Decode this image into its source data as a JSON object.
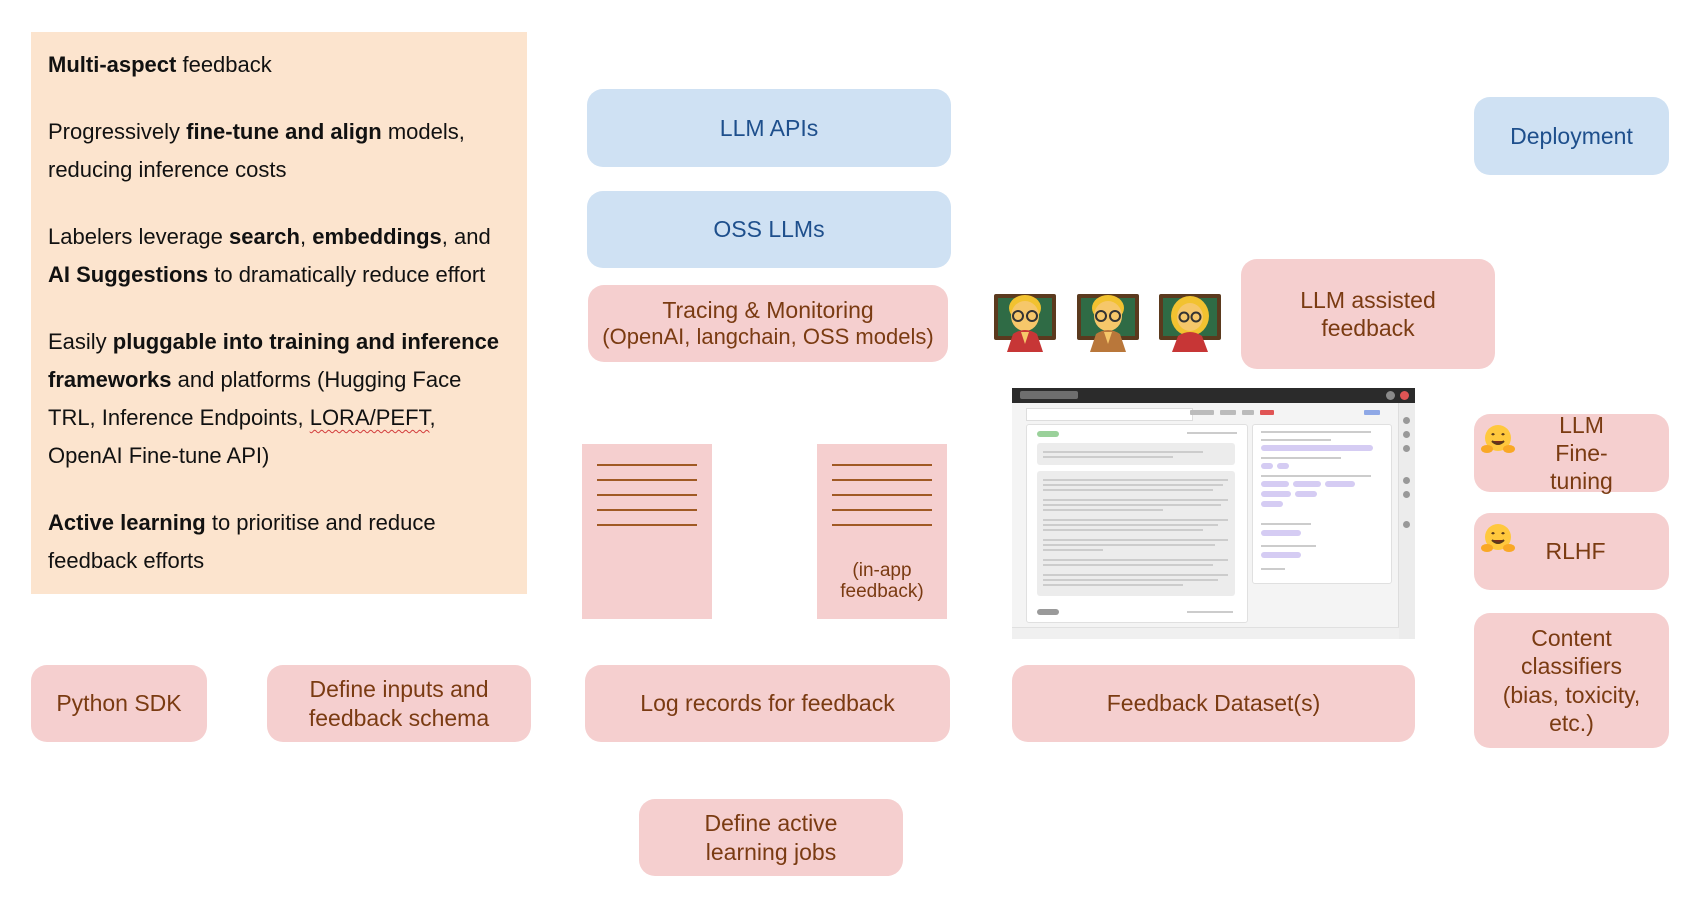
{
  "info": {
    "p1": {
      "b1": "Multi-aspect",
      "t1": " feedback"
    },
    "p2": {
      "t1": "Progressively ",
      "b1": "fine-tune and align",
      "t2": " models, reducing inference costs"
    },
    "p3": {
      "t1": "Labelers leverage ",
      "b1": "search",
      "t2": ", ",
      "b2": "embeddings",
      "t3": ", and ",
      "b3": "AI Suggestions",
      "t4": " to dramatically reduce effort"
    },
    "p4": {
      "t1": "Easily ",
      "b1": "pluggable into training and inference frameworks",
      "t2": " and platforms (Hugging Face TRL, Inference Endpoints,  ",
      "u1": "LORA/PEFT",
      "t3": ", OpenAI Fine-tune API)"
    },
    "p5": {
      "b1": "Active learning",
      "t1": " to prioritise and reduce feedback efforts"
    }
  },
  "boxes": {
    "llm_apis": "LLM APIs",
    "oss_llms": "OSS LLMs",
    "tracing_line1": "Tracing & Monitoring",
    "tracing_line2": "(OpenAI, langchain, OSS models)",
    "llm_assisted": "LLM assisted feedback",
    "deployment": "Deployment",
    "llm_finetuning": "LLM Fine-tuning",
    "rlhf": "RLHF",
    "content_classifiers": "Content classifiers (bias, toxicity, etc.)",
    "python_sdk": "Python SDK",
    "define_inputs": "Define inputs and feedback schema",
    "log_records": "Log records for feedback",
    "feedback_datasets": "Feedback Dataset(s)",
    "active_learning_jobs": "Define active learning jobs"
  },
  "docs": {
    "in_app_caption": "(in-app feedback)"
  },
  "icons": {
    "teacher_1": "teacher-man-emoji",
    "teacher_2": "teacher-man-emoji",
    "teacher_3": "teacher-woman-emoji",
    "hug_1": "hugging-face-emoji",
    "hug_2": "hugging-face-emoji"
  },
  "colors": {
    "pink_box": "#f5cfcf",
    "blue_box": "#cfe1f3",
    "info_panel": "#fce4ce",
    "brown_text": "#7a3b12",
    "blue_text": "#1e4f8c"
  }
}
